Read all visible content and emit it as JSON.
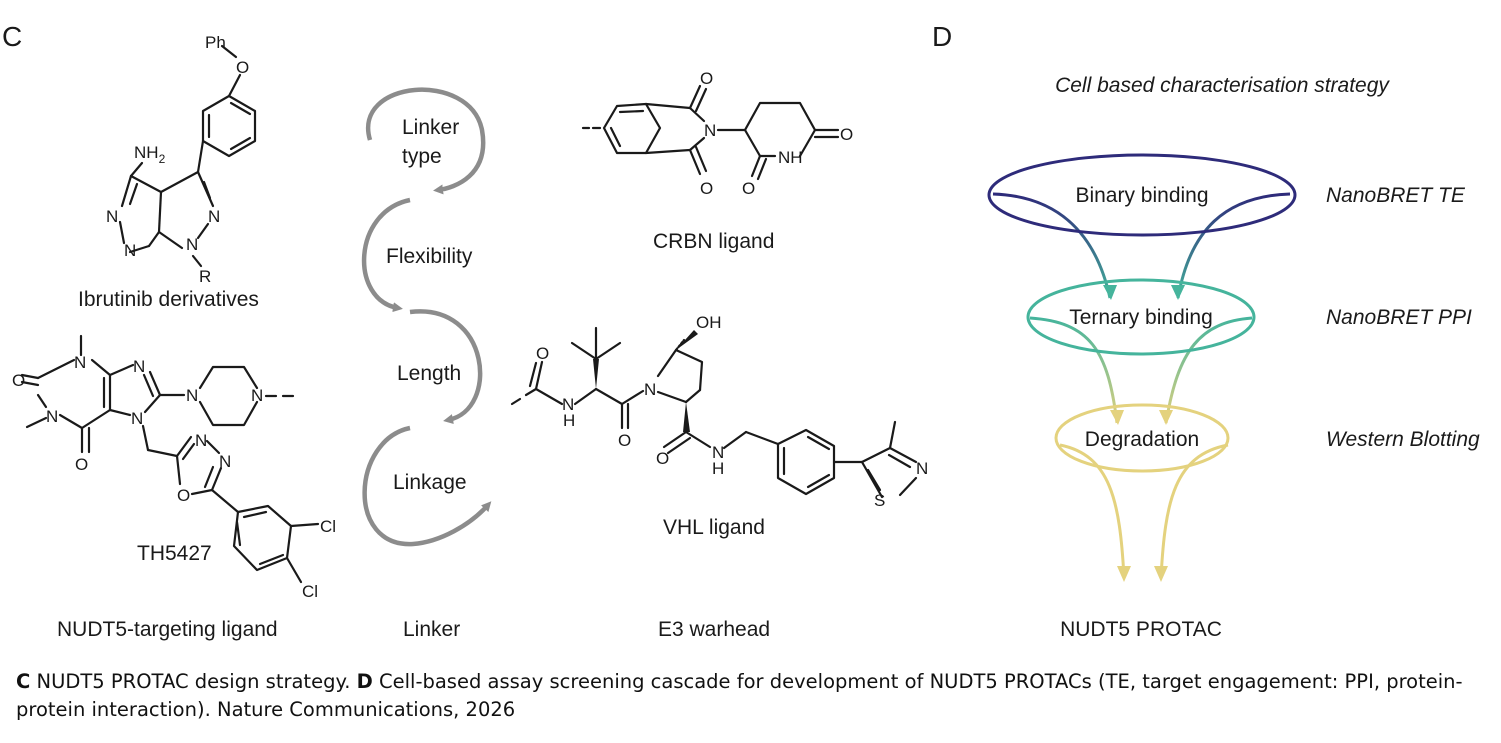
{
  "panel_c": {
    "letter": "C",
    "ibrutinib_label": "Ibrutinib derivatives",
    "th_label": "TH5427",
    "crbn_label": "CRBN ligand",
    "vhl_label": "VHL ligand",
    "linker_steps": [
      "Linker",
      "type",
      "Flexibility",
      "Length",
      "Linkage"
    ],
    "col_nudt5": "NUDT5-targeting ligand",
    "col_linker": "Linker",
    "col_e3": "E3 warhead",
    "atoms": {
      "ph": "Ph",
      "o": "O",
      "nh2": "NH",
      "nh2_sub": "2",
      "n": "N",
      "r": "R",
      "nh": "NH",
      "h": "H",
      "oh": "OH",
      "s": "S",
      "cl": "Cl"
    }
  },
  "panel_d": {
    "letter": "D",
    "title": "Cell based characterisation strategy",
    "stages": [
      {
        "label": "Binary binding",
        "method": "NanoBRET TE",
        "color": "#2e2b7a"
      },
      {
        "label": "Ternary binding",
        "method": "NanoBRET PPI",
        "color": "#45b49c"
      },
      {
        "label": "Degradation",
        "method": "Western Blotting",
        "color": "#e4d27e"
      }
    ],
    "output": "NUDT5 PROTAC"
  },
  "caption": {
    "c_letter": "C",
    "c_text": " NUDT5 PROTAC design strategy. ",
    "d_letter": "D",
    "d_text": " Cell-based assay screening cascade for development of NUDT5 PROTACs (TE, target engagement: PPI, protein-protein interaction). Nature Communications, 2026"
  },
  "colors": {
    "linker_arrow": "#8c8c8c",
    "text": "#1a1a1a"
  }
}
